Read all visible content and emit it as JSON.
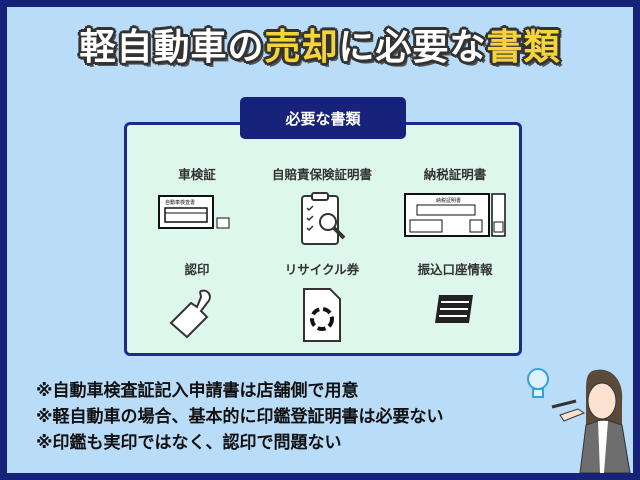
{
  "title": {
    "part1": "軽自動車の",
    "highlight1": "売却",
    "part2": "に必要な",
    "highlight2": "書類"
  },
  "section_label": "必要な書類",
  "documents": [
    {
      "label": "車検証",
      "icon": "vehicle-inspection-certificate-icon",
      "inner_text": "自動車検査書"
    },
    {
      "label": "自賠責保険証明書",
      "icon": "clipboard-magnifier-icon"
    },
    {
      "label": "納税証明書",
      "icon": "tax-certificate-icon",
      "inner_text": "納税証明書"
    },
    {
      "label": "認印",
      "icon": "stamp-icon"
    },
    {
      "label": "リサイクル券",
      "icon": "recycle-document-icon"
    },
    {
      "label": "振込口座情報",
      "icon": "bankbook-icon"
    }
  ],
  "notes": [
    "※自動車検査証記入申請書は店舗側で用意",
    "※軽自動車の場合、基本的に印鑑登証明書は必要ない",
    "※印鑑も実印ではなく、認印で問題ない"
  ],
  "colors": {
    "frame": "#17237a",
    "background": "#b9dcf8",
    "panel": "#ddf7ec",
    "highlight": "#f5d43a"
  }
}
